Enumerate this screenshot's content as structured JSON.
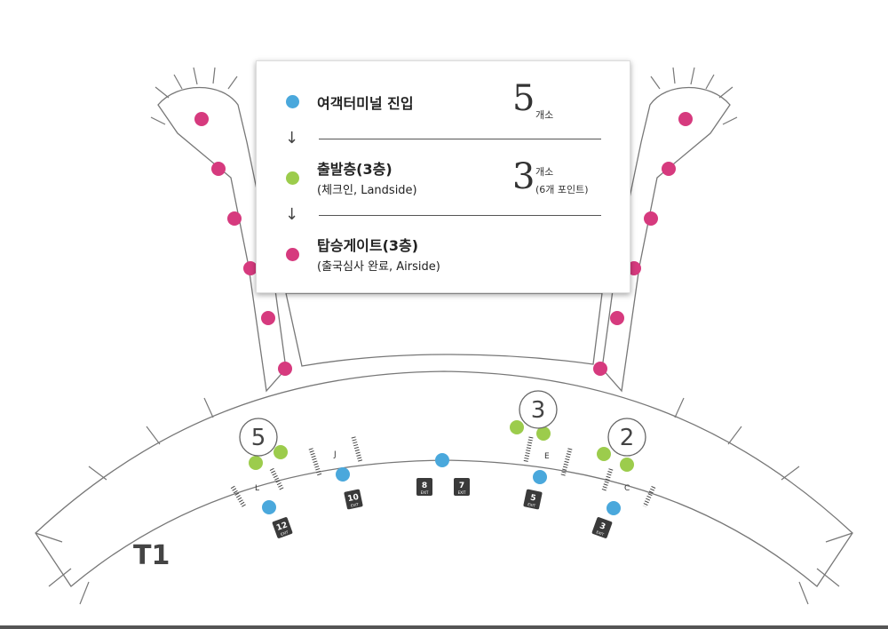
{
  "legend": {
    "items": [
      {
        "title": "여객터미널 진입",
        "sub": "",
        "count": "5",
        "unit": "개소",
        "note": "",
        "color": "#4aa8dc"
      },
      {
        "title": "출발층(3층)",
        "sub": "(체크인, Landside)",
        "count": "3",
        "unit": "개소",
        "note": "(6개 포인트)",
        "color": "#9ccc4c"
      },
      {
        "title": "탑승게이트(3층)",
        "sub": "(출국심사 완료, Airside)",
        "count": "",
        "unit": "",
        "note": "",
        "color": "#d63a7e"
      }
    ],
    "arrow": "↓"
  },
  "map": {
    "terminal_label": "T1",
    "zone_counts": [
      "5",
      "3",
      "2"
    ],
    "counter_labels": [
      "L",
      "J",
      "E",
      "C"
    ],
    "exits": [
      {
        "num": "12",
        "word": "EXIT"
      },
      {
        "num": "10",
        "word": "EXIT"
      },
      {
        "num": "8",
        "word": "EXIT"
      },
      {
        "num": "7",
        "word": "EXIT"
      },
      {
        "num": "5",
        "word": "EXIT"
      },
      {
        "num": "3",
        "word": "EXIT"
      }
    ],
    "colors": {
      "entry": "#4aa8dc",
      "departure": "#9ccc4c",
      "gate": "#d63a7e",
      "outline": "#777777",
      "exit_box": "#3a3a3a"
    }
  }
}
